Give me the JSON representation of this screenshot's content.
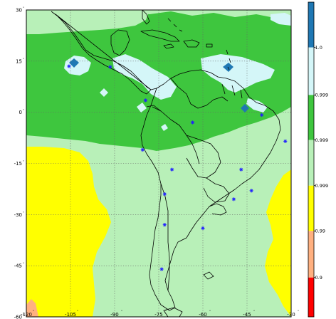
{
  "map": {
    "projection": "equirectangular",
    "lon_range": [
      -120,
      -30
    ],
    "lat_range": [
      -60,
      30
    ],
    "grid": true,
    "land_outline_color": "#000000",
    "grid_color": "#666666",
    "lat_ticks": [
      {
        "label": "30",
        "value": 30
      },
      {
        "label": "15",
        "value": 15
      },
      {
        "label": "0",
        "value": 0
      },
      {
        "label": "-15",
        "value": -15
      },
      {
        "label": "-30",
        "value": -30
      },
      {
        "label": "-45",
        "value": -45
      },
      {
        "label": "-60",
        "value": -60
      }
    ],
    "lon_ticks": [
      {
        "label": "-120",
        "value": -120
      },
      {
        "label": "-105",
        "value": -105
      },
      {
        "label": "-90",
        "value": -90
      },
      {
        "label": "-75",
        "value": -75
      },
      {
        "label": "-60",
        "value": -60
      },
      {
        "label": "-45",
        "value": -45
      },
      {
        "label": "-30",
        "value": -30
      }
    ],
    "degree_symbol": "°",
    "stations": [
      {
        "lon": -105.5,
        "lat": 13.5
      },
      {
        "lon": -91.5,
        "lat": 13.3
      },
      {
        "lon": -79.5,
        "lat": 3.5
      },
      {
        "lon": -63.5,
        "lat": -3.0
      },
      {
        "lon": -40.0,
        "lat": -0.8
      },
      {
        "lon": -32.0,
        "lat": -8.5
      },
      {
        "lon": -80.5,
        "lat": -11.0
      },
      {
        "lon": -70.5,
        "lat": -16.8
      },
      {
        "lon": -73.0,
        "lat": -24.0
      },
      {
        "lon": -47.0,
        "lat": -16.8
      },
      {
        "lon": -43.5,
        "lat": -23.0
      },
      {
        "lon": -49.5,
        "lat": -25.5
      },
      {
        "lon": -73.0,
        "lat": -33.0
      },
      {
        "lon": -60.0,
        "lat": -34.0
      },
      {
        "lon": -74.0,
        "lat": -46.0
      }
    ]
  },
  "colorbar": {
    "labels": [
      {
        "text": "1.0",
        "frac": 0.144
      },
      {
        "text": "0.999",
        "frac": 0.295
      },
      {
        "text": "0.999",
        "frac": 0.438
      },
      {
        "text": "0.999",
        "frac": 0.583
      },
      {
        "text": "0.99",
        "frac": 0.727
      },
      {
        "text": "0.9",
        "frac": 0.875
      }
    ],
    "bands": [
      {
        "color": "#1f78b4",
        "from": 0.0,
        "to": 0.144
      },
      {
        "color": "#d4f6f8",
        "from": 0.144,
        "to": 0.295
      },
      {
        "color": "#3ec63e",
        "from": 0.295,
        "to": 0.438
      },
      {
        "color": "#b8f0b8",
        "from": 0.438,
        "to": 0.583
      },
      {
        "color": "#ffff00",
        "from": 0.583,
        "to": 0.727
      },
      {
        "color": "#ffb080",
        "from": 0.727,
        "to": 0.875
      },
      {
        "color": "#ff0000",
        "from": 0.875,
        "to": 1.0
      }
    ]
  },
  "legend_colors": {
    "dark_blue": "#1f78b4",
    "light_cyan": "#d4f6f8",
    "green": "#3ec63e",
    "light_green": "#b8f0b8",
    "yellow": "#ffff00",
    "orange": "#ffb080",
    "red": "#ff0000",
    "station_marker": "#1f1fff"
  }
}
